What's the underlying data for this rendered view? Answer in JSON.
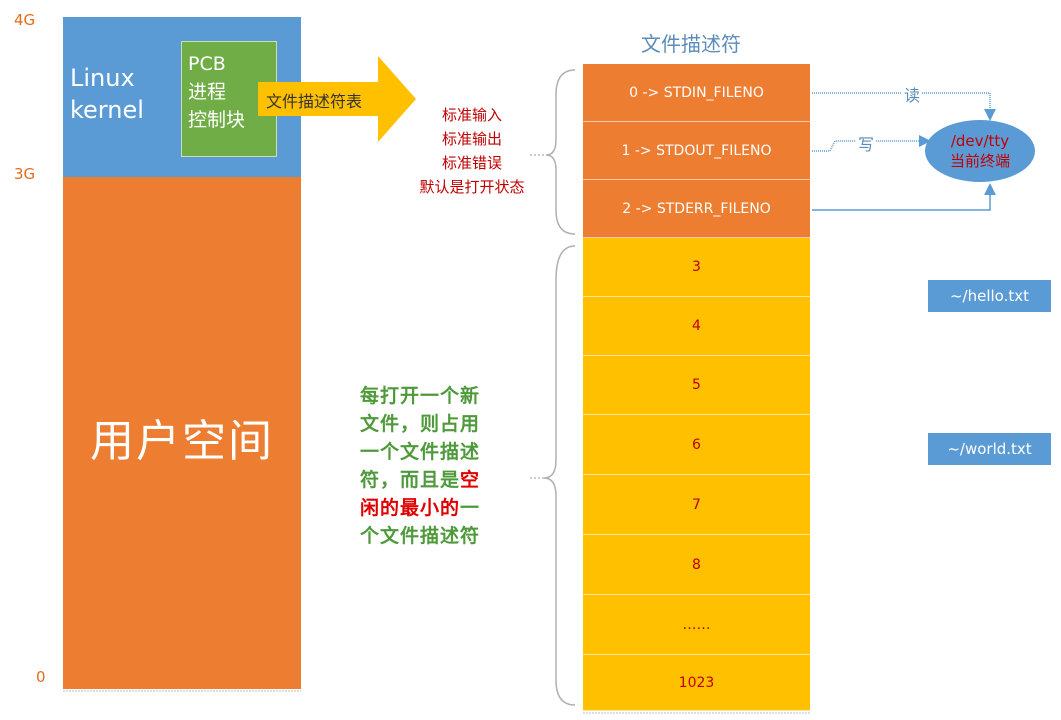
{
  "memory": {
    "label_4g": "4G",
    "label_3g": "3G",
    "label_0": "0",
    "kernel_line1": "Linux",
    "kernel_line2": "kernel",
    "user_space": "用户空间"
  },
  "pcb": {
    "line1": "PCB",
    "line2": "进程",
    "line3": "控制块"
  },
  "arrow_label": "文件描述符表",
  "std_desc": [
    "标准输入",
    "标准输出",
    "标准错误",
    "默认是打开状态"
  ],
  "fd_table": {
    "title": "文件描述符",
    "std_entries": [
      "0 -> STDIN_FILENO",
      "1 -> STDOUT_FILENO",
      "2 -> STDERR_FILENO"
    ],
    "free_entries": [
      "3",
      "4",
      "5",
      "6",
      "7",
      "8",
      "……",
      "1023"
    ]
  },
  "note": {
    "line1": "每打开一个新",
    "line2": "文件，则占用",
    "line3": "一个文件描述",
    "line4_green": "符，而且是",
    "line4_red": "空",
    "line5_red": "闲的最小的",
    "line5_green": "一",
    "line6": "个文件描述符"
  },
  "terminal": {
    "line1": "/dev/tty",
    "line2": "当前终端"
  },
  "read_label": "读",
  "write_label": "写",
  "files": [
    "~/hello.txt",
    "~/world.txt"
  ],
  "colors": {
    "kernel": "#5b9bd5",
    "user_space": "#ed7d31",
    "pcb": "#70ad47",
    "fd_free": "#ffc000",
    "arrow": "#ffc000"
  }
}
